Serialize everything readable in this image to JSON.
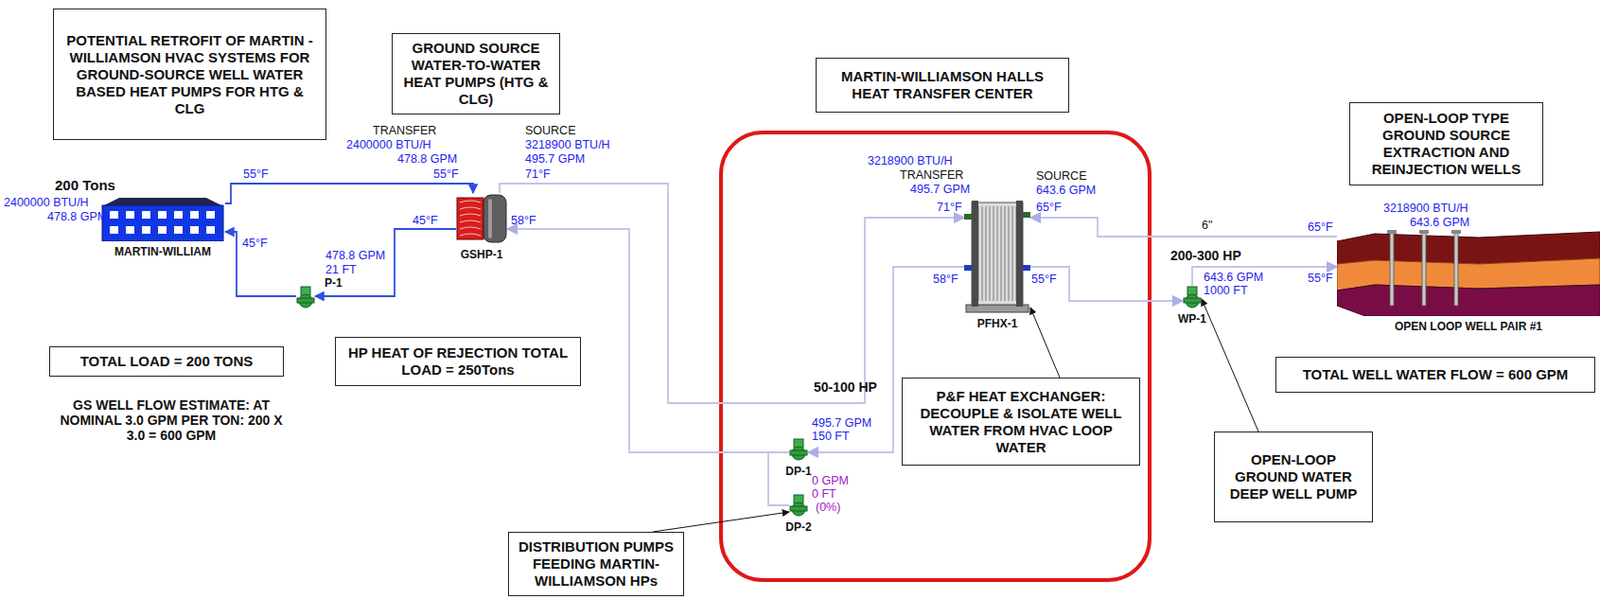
{
  "diagram": {
    "nodes": [
      {
        "text": [
          "POTENTIAL RETROFIT OF MARTIN - WILLIAMSON HVAC SYSTEMS FOR GROUND-SOURCE WELL WATER BASED HEAT PUMPS FOR HTG & CLG"
        ]
      },
      {
        "text": [
          "GROUND SOURCE WATER-TO-WATER HEAT PUMPS (HTG & CLG)"
        ]
      },
      {
        "text": [
          "MARTIN-WILLIAMSON HALLS HEAT TRANSFER CENTER"
        ]
      },
      {
        "text": [
          "OPEN-LOOP TYPE GROUND SOURCE EXTRACTION AND REINJECTION WELLS"
        ]
      },
      {
        "text": [
          "MARTIN-WILLIAM"
        ]
      },
      {
        "text": [
          "GSHP-1"
        ]
      },
      {
        "text": [
          "PFHX-1"
        ]
      },
      {
        "text": [
          "OPEN LOOP WELL PAIR #1"
        ]
      },
      {
        "text": [
          "P-1"
        ]
      },
      {
        "text": [
          "WP-1"
        ]
      },
      {
        "text": [
          "TOTAL LOAD = 200 TONS"
        ]
      },
      {
        "text": [
          "HP HEAT OF REJECTION TOTAL LOAD = 250Tons"
        ]
      },
      {
        "text": [
          "DP-1"
        ]
      },
      {
        "text": [
          "P&F HEAT EXCHANGER: DECOUPLE & ISOLATE WELL WATER FROM HVAC LOOP WATER"
        ]
      },
      {
        "text": [
          "TOTAL WELL WATER FLOW = 600 GPM"
        ]
      },
      {
        "text": [
          "DP-2"
        ]
      },
      {
        "text": [
          "OPEN-LOOP GROUND WATER DEEP WELL PUMP"
        ]
      },
      {
        "text": [
          "DISTRIBUTION PUMPS FEEDING MARTIN-WILLIAMSON HPs"
        ]
      }
    ],
    "edges": [
      {
        "from": 4,
        "to": 5,
        "arrow": "to"
      },
      {
        "from": 5,
        "to": 8,
        "arrow": "to"
      },
      {
        "from": 8,
        "to": 4,
        "arrow": "to"
      },
      {
        "from": 5,
        "to": 6,
        "arrow": "to"
      },
      {
        "from": 6,
        "to": 12,
        "arrow": "to"
      },
      {
        "from": 12,
        "to": 5,
        "arrow": "to"
      },
      {
        "from": 15,
        "to": 12,
        "arrow": "none"
      },
      {
        "from": 7,
        "to": 6,
        "label": "6\"",
        "arrow": "to"
      },
      {
        "from": 6,
        "to": 9,
        "arrow": "to"
      },
      {
        "from": 9,
        "to": 7,
        "arrow": "to"
      },
      {
        "from": 13,
        "to": 6,
        "arrow": "to"
      },
      {
        "from": 16,
        "to": 9,
        "arrow": "to"
      },
      {
        "from": 17,
        "to": 15,
        "arrow": "to"
      }
    ],
    "labels": [
      "200 Tons",
      "2400000 BTU/H",
      "478.8 GPM",
      "55°F",
      "45°F",
      "478.8 GPM",
      "21 FT",
      "TRANSFER",
      "2400000 BTU/H",
      "478.8 GPM",
      "55°F",
      "45°F",
      "SOURCE",
      "3218900 BTU/H",
      "495.7 GPM",
      "71°F",
      "58°F",
      "GS WELL FLOW ESTIMATE: AT NOMINAL 3.0 GPM PER TON: 200 X 3.0 = 600 GPM",
      "3218900 BTU/H",
      "TRANSFER",
      "495.7 GPM",
      "71°F",
      "58°F",
      "SOURCE",
      "643.6 GPM",
      "65°F",
      "55°F",
      "50-100 HP",
      "495.7 GPM",
      "150 FT",
      "0 GPM",
      "0 FT",
      "(0%)",
      "200-300 HP",
      "643.6 GPM",
      "1000 FT",
      "65°F",
      "55°F",
      "3218900 BTU/H",
      "643.6 GPM"
    ]
  }
}
